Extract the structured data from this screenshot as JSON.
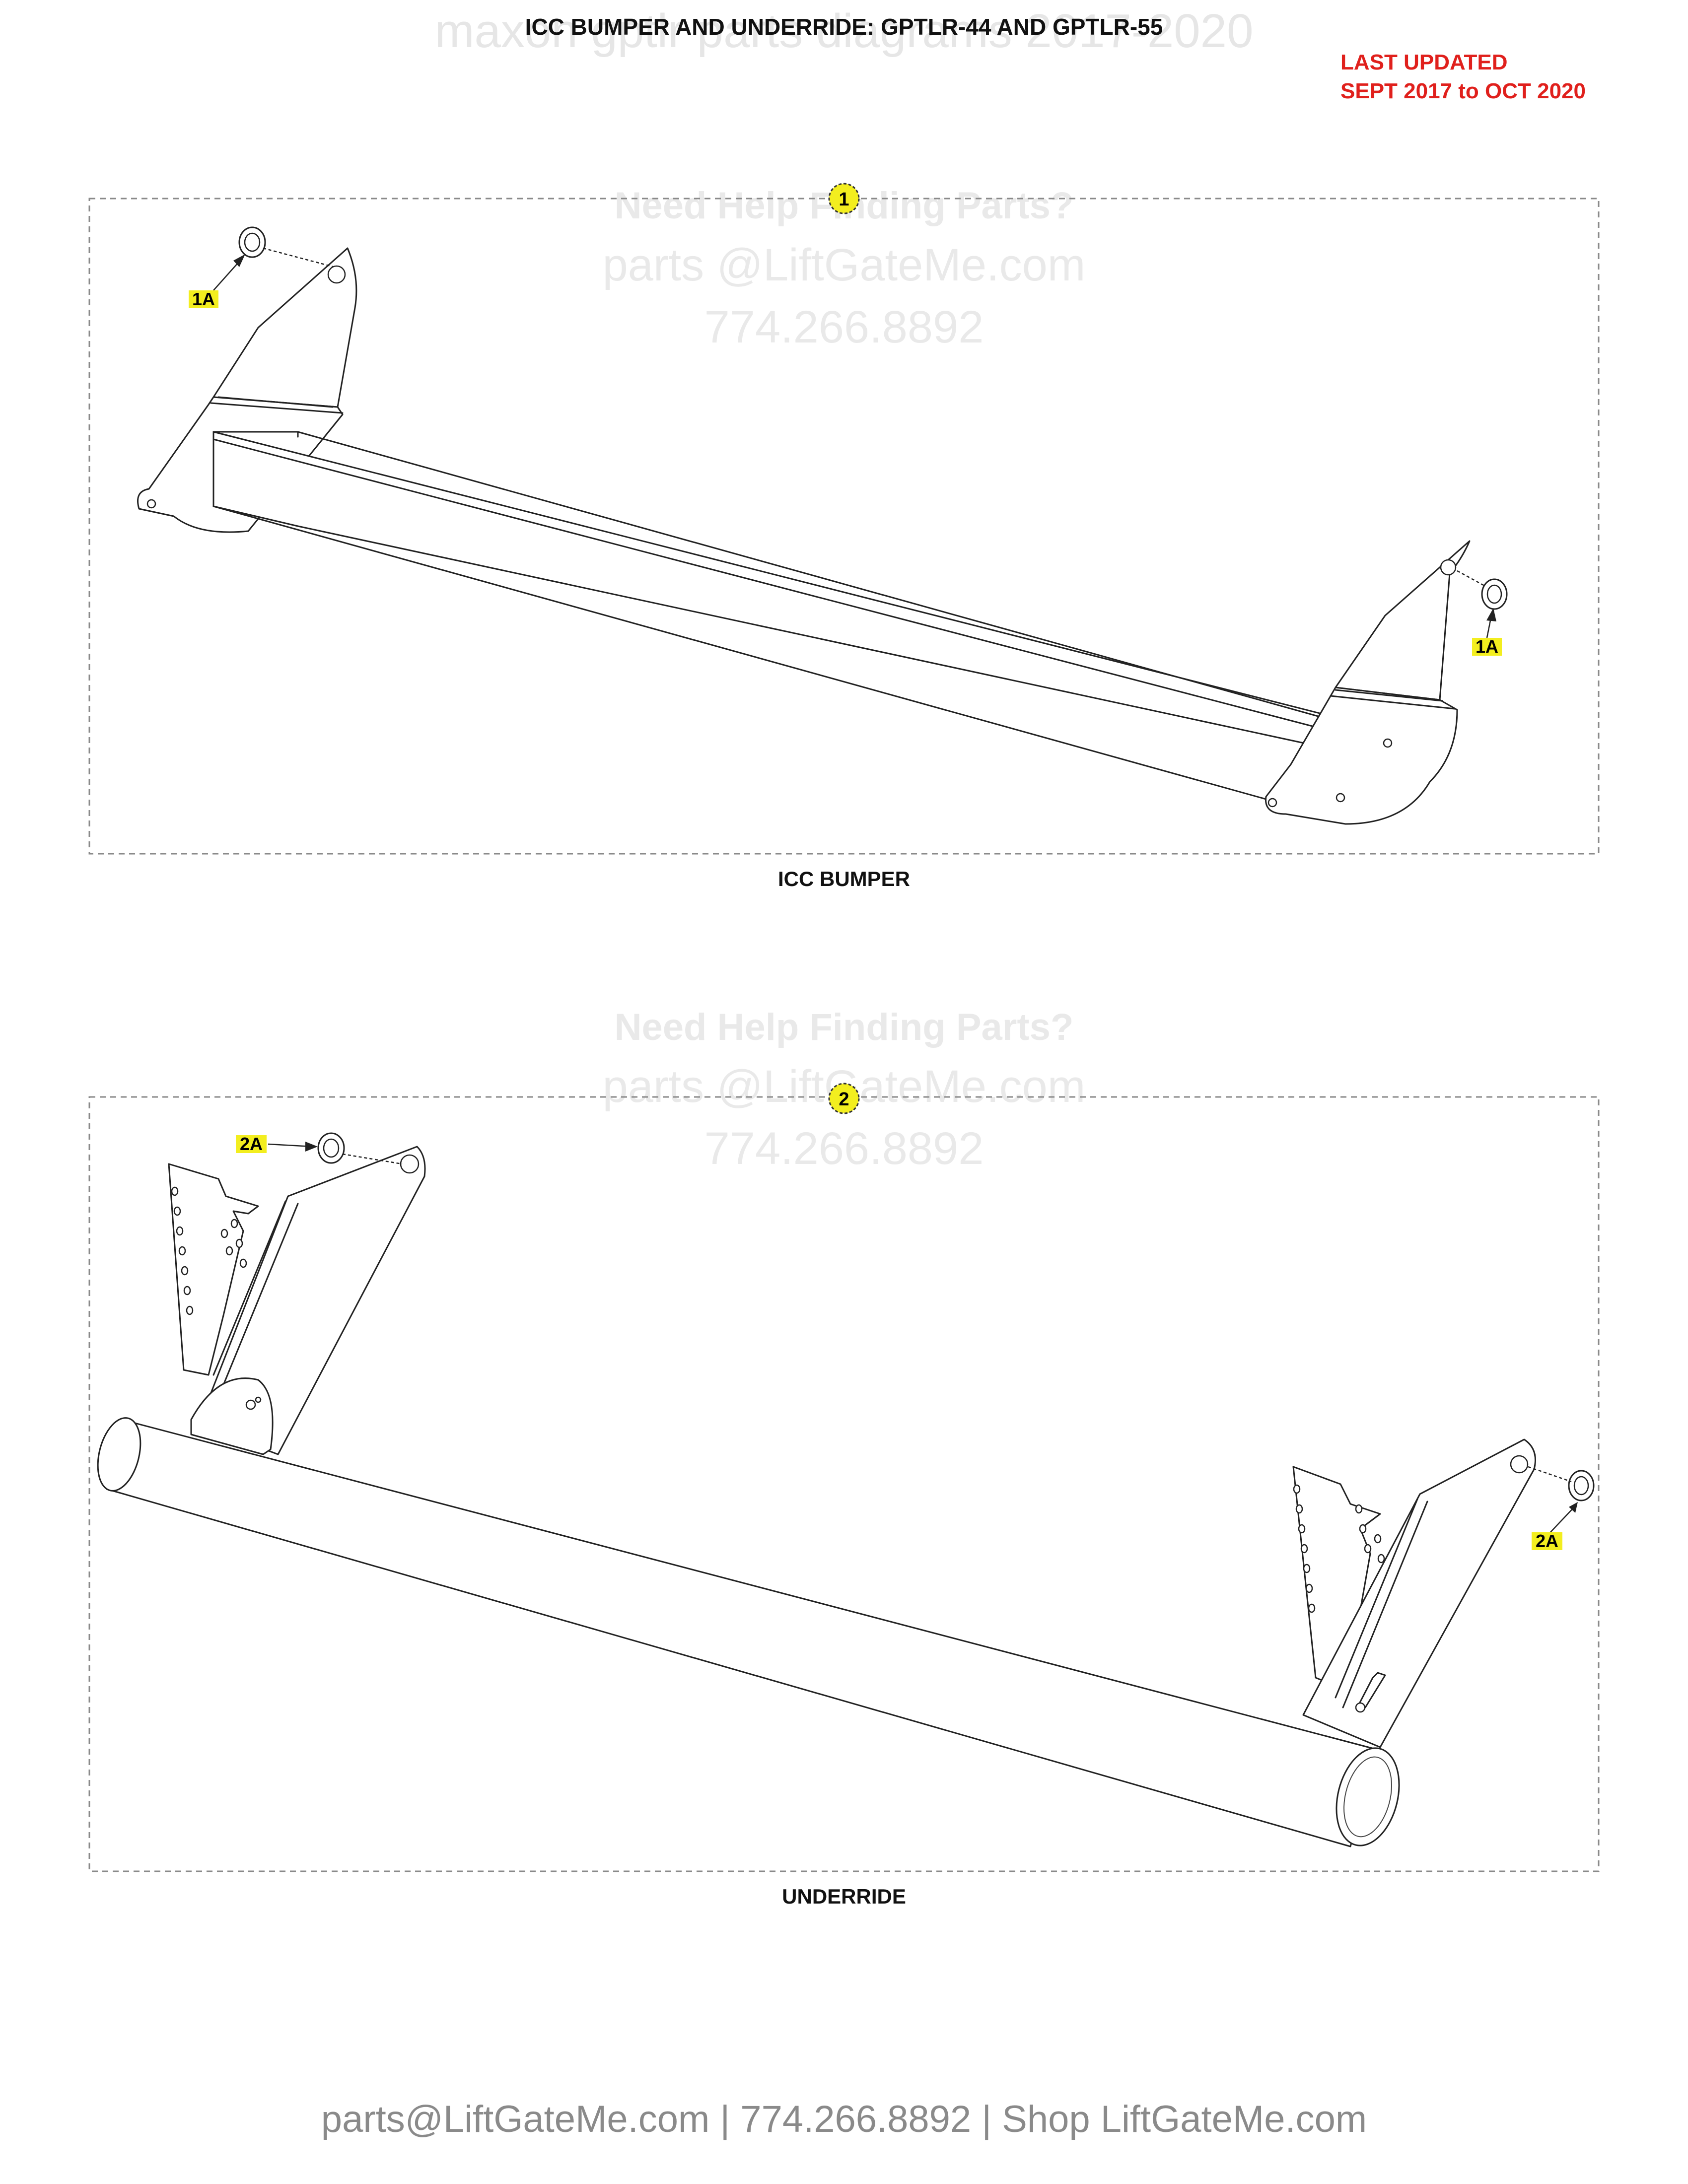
{
  "header": {
    "title": "ICC BUMPER AND UNDERRIDE: GPTLR-44 AND GPTLR-55",
    "watermark_title": "maxon gptlr parts diagrams 2017-2020",
    "last_updated_line1": "LAST UPDATED",
    "last_updated_line2": "SEPT 2017 to OCT 2020"
  },
  "watermark": {
    "help": "Need Help Finding Parts?",
    "email": "parts @LiftGateMe.com",
    "phone": "774.266.8892"
  },
  "panels": [
    {
      "item": "1",
      "caption": "ICC BUMPER",
      "callouts": [
        "1A",
        "1A"
      ]
    },
    {
      "item": "2",
      "caption": "UNDERRIDE",
      "callouts": [
        "2A",
        "2A"
      ]
    }
  ],
  "footer": {
    "text": "parts@LiftGateMe.com | 774.266.8892 | Shop LiftGateMe.com"
  },
  "colors": {
    "accent_red": "#e0201c",
    "callout_yellow": "#f3ee1f",
    "watermark_gray": "#e9e9e9",
    "footer_gray": "#8a8a8a"
  }
}
